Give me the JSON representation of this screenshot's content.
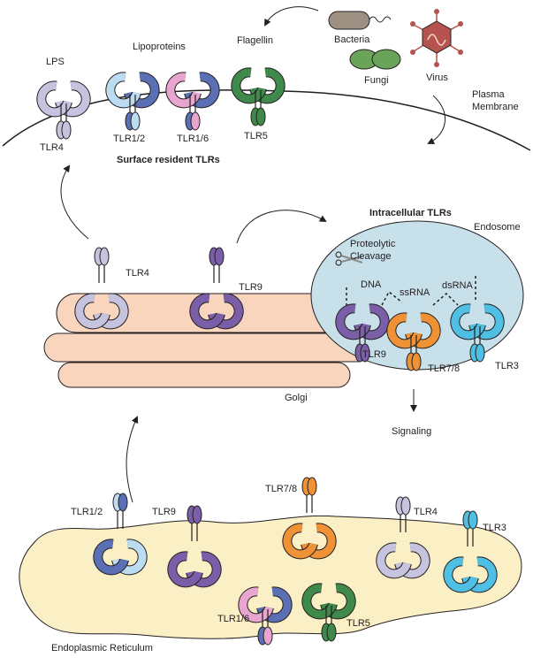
{
  "labels": {
    "lps": "LPS",
    "lipoproteins": "Lipoproteins",
    "flagellin": "Flagellin",
    "bacteria": "Bacteria",
    "fungi": "Fungi",
    "virus": "Virus",
    "plasma_membrane_1": "Plasma",
    "plasma_membrane_2": "Membrane",
    "surface_tlr4": "TLR4",
    "surface_tlr12": "TLR1/2",
    "surface_tlr16": "TLR1/6",
    "surface_tlr5": "TLR5",
    "surface_title": "Surface resident TLRs",
    "intracellular_title": "Intracellular TLRs",
    "endosome": "Endosome",
    "proteolytic_1": "Proteolytic",
    "proteolytic_2": "Cleavage",
    "dna": "DNA",
    "ssrna": "ssRNA",
    "dsrna": "dsRNA",
    "endo_tlr9": "TLR9",
    "endo_tlr78": "TLR7/8",
    "endo_tlr3": "TLR3",
    "signaling": "Signaling",
    "golgi_tlr4": "TLR4",
    "golgi_tlr9": "TLR9",
    "golgi": "Golgi",
    "er_tlr12": "TLR1/2",
    "er_tlr9": "TLR9",
    "er_tlr78": "TLR7/8",
    "er_tlr4": "TLR4",
    "er_tlr3": "TLR3",
    "er_tlr16": "TLR1/6",
    "er_tlr5": "TLR5",
    "er": "Endoplasmic Reticulum"
  },
  "colors": {
    "tlr4": "#c6c3df",
    "tlr1": "#5b6fb5",
    "tlr2": "#bcdcf2",
    "tlr6": "#e7a5cf",
    "tlr5": "#3f8a4b",
    "tlr9": "#7a5fa8",
    "tlr78": "#ef9236",
    "tlr3": "#4fbfe3",
    "golgi": "#f9d5bd",
    "er": "#fbefc6",
    "endosome": "#c8e0ea",
    "bacteria": "#9d8f82",
    "fungi": "#6aa35a",
    "virus": "#b6534e"
  }
}
